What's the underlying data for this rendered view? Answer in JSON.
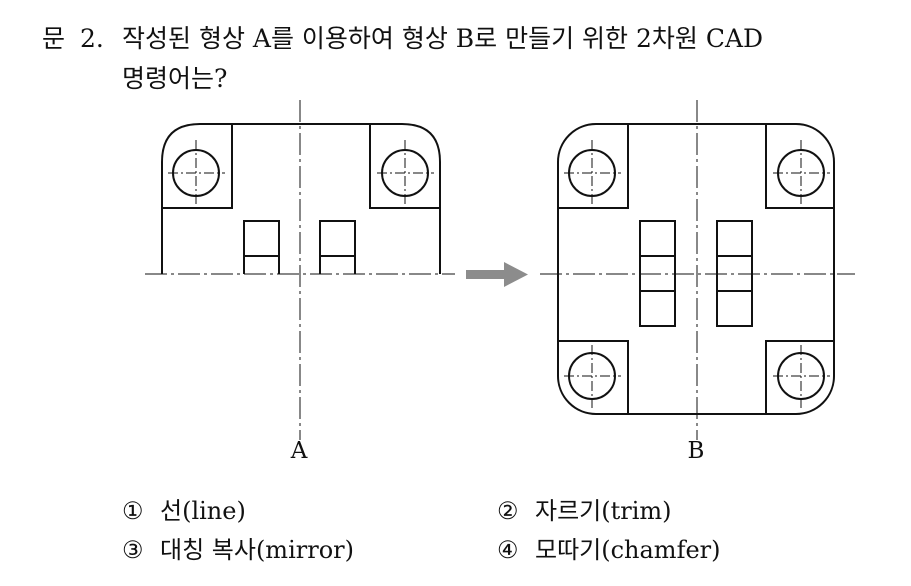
{
  "question": {
    "prefix": "문",
    "number": "2.",
    "text_line1": "작성된 형상 A를 이용하여 형상 B로 만들기 위한 2차원 CAD",
    "text_line2": "명령어는?"
  },
  "figure": {
    "label_a": "A",
    "label_b": "B",
    "colors": {
      "stroke": "#111111",
      "arrow": "#8c8c8c"
    },
    "arrow_icon": "right-arrow"
  },
  "options": [
    {
      "mark": "①",
      "text": "선(line)"
    },
    {
      "mark": "②",
      "text": "자르기(trim)"
    },
    {
      "mark": "③",
      "text": "대칭 복사(mirror)"
    },
    {
      "mark": "④",
      "text": "모따기(chamfer)"
    }
  ]
}
